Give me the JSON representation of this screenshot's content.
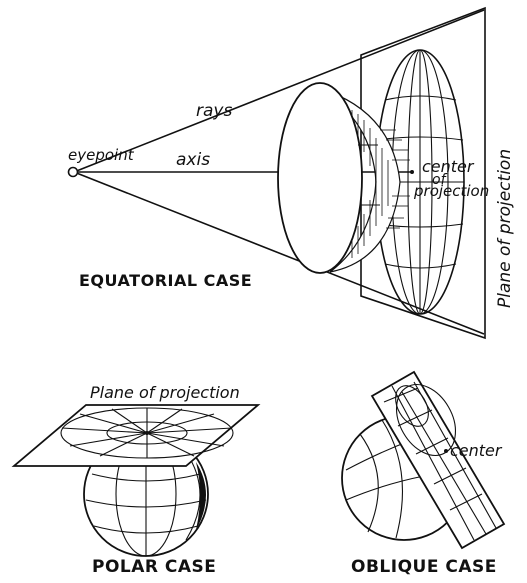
{
  "equatorial": {
    "rays_label": "rays",
    "eyepoint_label": "eyepoint",
    "axis_label": "axis",
    "center_line1": "center",
    "center_line2": "of",
    "center_line3": "projection",
    "plane_label": "Plane of projection",
    "case_label": "EQUATORIAL CASE"
  },
  "polar": {
    "plane_label": "Plane of projection",
    "case_label": "POLAR CASE"
  },
  "oblique": {
    "center_label": "center",
    "case_label": "OBLIQUE CASE"
  }
}
